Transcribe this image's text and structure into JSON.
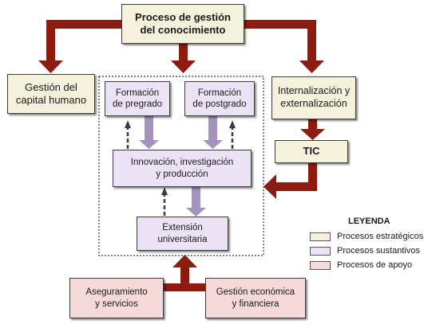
{
  "diagram": {
    "top_box": "Proceso de gestión\ndel conocimiento",
    "left_box": "Gestión del\ncapital humano",
    "right_box": "Internalización y\nexternalización",
    "tic_box": "TIC",
    "pregrado_box": "Formación\nde pregrado",
    "postgrado_box": "Formación\nde postgrado",
    "innovacion_box": "Innovación, investigación\ny producción",
    "extension_box": "Extensión\nuniversitaria",
    "aseguramiento_box": "Aseguramiento\ny servicios",
    "gestion_economica_box": "Gestión económica\ny financiera"
  },
  "legend": {
    "title": "LEYENDA",
    "items": [
      {
        "label": "Procesos estratégicos",
        "color": "#f6f1dc"
      },
      {
        "label": "Procesos sustantivos",
        "color": "#ebe3f5"
      },
      {
        "label": "Procesos de apoyo",
        "color": "#f6dada"
      }
    ]
  },
  "colors": {
    "arrow_red": "#8c1c10",
    "arrow_purple": "#a493bf",
    "arrow_dashed": "#3a3a4a"
  }
}
